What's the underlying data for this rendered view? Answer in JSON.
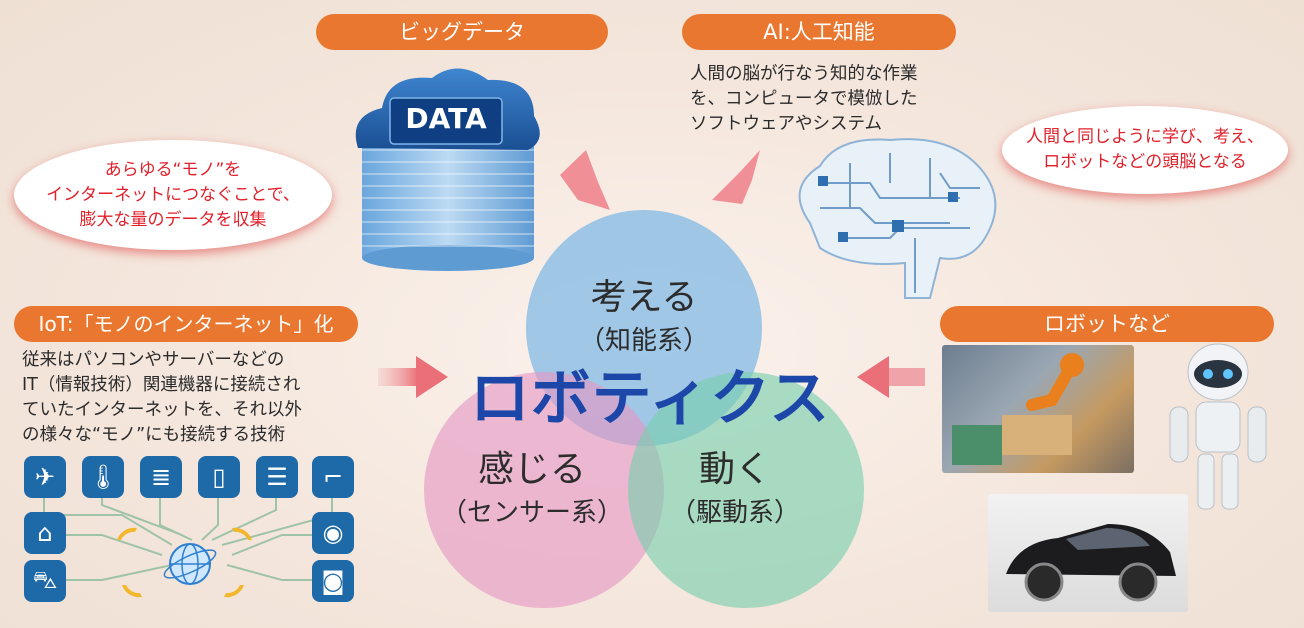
{
  "pills": {
    "bigdata": "ビッグデータ",
    "ai": "AI:人工知能",
    "iot": "IoT:「モノのインターネット」化",
    "robot": "ロボットなど"
  },
  "ai_desc": [
    "人間の脳が行なう知的な作業",
    "を、コンピュータで模倣した",
    "ソフトウェアやシステム"
  ],
  "iot_desc": [
    "従来はパソコンやサーバーなどの",
    "IT（情報技術）関連機器に接続され",
    "ていたインターネットを、それ以外",
    "の様々な“モノ”にも接続する技術"
  ],
  "note_left": [
    "あらゆる“モノ”を",
    "インターネットにつなぐことで、",
    "膨大な量のデータを収集"
  ],
  "note_right": [
    "人間と同じように学び、考え、",
    "ロボットなどの頭脳となる"
  ],
  "data_label": "DATA",
  "circles": {
    "think": {
      "title": "考える",
      "sub": "（知能系）"
    },
    "sense": {
      "title": "感じる",
      "sub": "（センサー系）"
    },
    "move": {
      "title": "動く",
      "sub": "（駆動系）"
    }
  },
  "center_title": "ロボティクス",
  "colors": {
    "accent": "#e9772f",
    "title_blue": "#1c47a8",
    "note_red": "#e0202a",
    "think_circle": "#8cbfe3",
    "sense_circle": "#e7a3c9",
    "move_circle": "#86d0b4",
    "icon_blue": "#1e6aa8"
  },
  "iot_icons": [
    "airplane-icon",
    "thermometer-icon",
    "database-icon",
    "tablet-icon",
    "server-icon",
    "camera-security-icon",
    "house-icon",
    "camera-icon",
    "car-icon",
    "vr-headset-icon",
    "globe-icon"
  ]
}
